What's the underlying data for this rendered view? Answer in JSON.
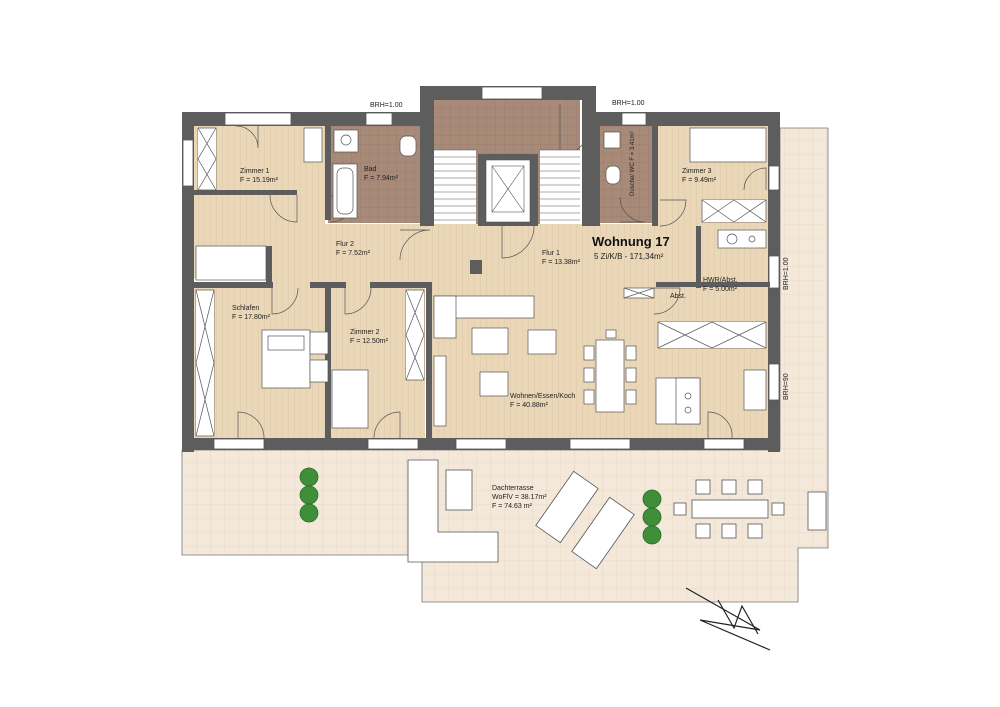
{
  "apartment": {
    "title": "Wohnung 17",
    "summary": "5 Zi/K/B - 171,34m²"
  },
  "rooms": [
    {
      "id": "zimmer1",
      "name": "Zimmer 1",
      "area": "F = 15.19m²"
    },
    {
      "id": "bad",
      "name": "Bad",
      "area": "F = 7.94m²"
    },
    {
      "id": "flur2",
      "name": "Flur 2",
      "area": "F = 7.52m²"
    },
    {
      "id": "flur1",
      "name": "Flur 1",
      "area": "F = 13.38m²"
    },
    {
      "id": "zimmer3",
      "name": "Zimmer 3",
      "area": "F = 9.49m²"
    },
    {
      "id": "hwr",
      "name": "HWR/Abst.",
      "area": "F = 5.00m²"
    },
    {
      "id": "abst",
      "name": "Abst.",
      "area": ""
    },
    {
      "id": "schlafen",
      "name": "Schlafen",
      "area": "F = 17.80m²"
    },
    {
      "id": "zimmer2",
      "name": "Zimmer 2",
      "area": "F = 12.50m²"
    },
    {
      "id": "wohnen",
      "name": "Wohnen/Essen/Koch",
      "area": "F = 40.88m²"
    },
    {
      "id": "dusche",
      "name": "Dusche/ WC",
      "area": "F = 3.41m²"
    }
  ],
  "terrace": {
    "name": "Dachterrasse",
    "wofiv": "WoFlV = 38.17m²",
    "area": "F = 74.63 m²"
  },
  "annotations": {
    "brh_left": "BRH=1.00",
    "brh_right_top": "BRH=1.00",
    "brh_side": "BRH=1.00",
    "brh_side_low": "BRH=90"
  },
  "colors": {
    "wall": "#5d5d5d",
    "wood_floor": "#ead7b8",
    "tile_floor": "#a88a79",
    "terrace_tile": "#f3e8d9",
    "plant": "#3f8f3a"
  }
}
